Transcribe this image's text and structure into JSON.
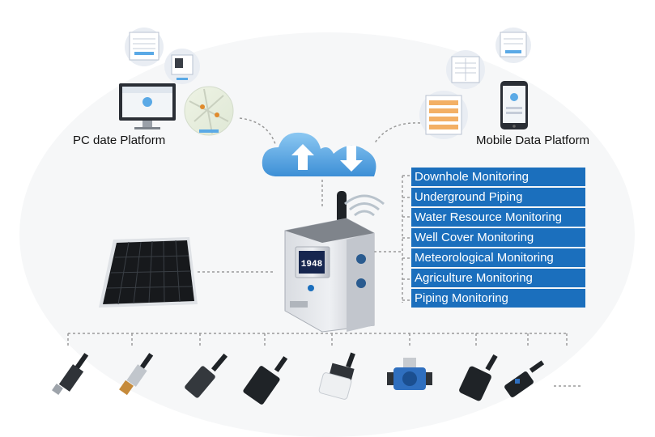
{
  "platforms": {
    "pc_label": "PC date Platform",
    "mobile_label": "Mobile Data Platform"
  },
  "device": {
    "display_value": "1948"
  },
  "applications": [
    "Downhole Monitoring",
    "Underground Piping",
    "Water Resource Monitoring",
    "Well Cover Monitoring",
    "Meteorological Monitoring",
    "Agriculture Monitoring",
    "Piping Monitoring"
  ],
  "sensors": [
    "pressure-sensor-icon",
    "pressure-sensor-icon",
    "level-sensor-icon",
    "ultrasonic-sensor-icon",
    "radar-sensor-icon",
    "flowmeter-icon",
    "sensor-icon",
    "sensor-icon"
  ],
  "colors": {
    "app_box": "#1b6fbd",
    "cloud": "#5aa9e6",
    "connector": "#9a9a9a",
    "device_body": "#c9ccd2",
    "device_screen": "#16264f"
  },
  "icons": {
    "cloud": "cloud-sync-icon",
    "wifi": "wifi-icon",
    "solar": "solar-panel-icon"
  }
}
